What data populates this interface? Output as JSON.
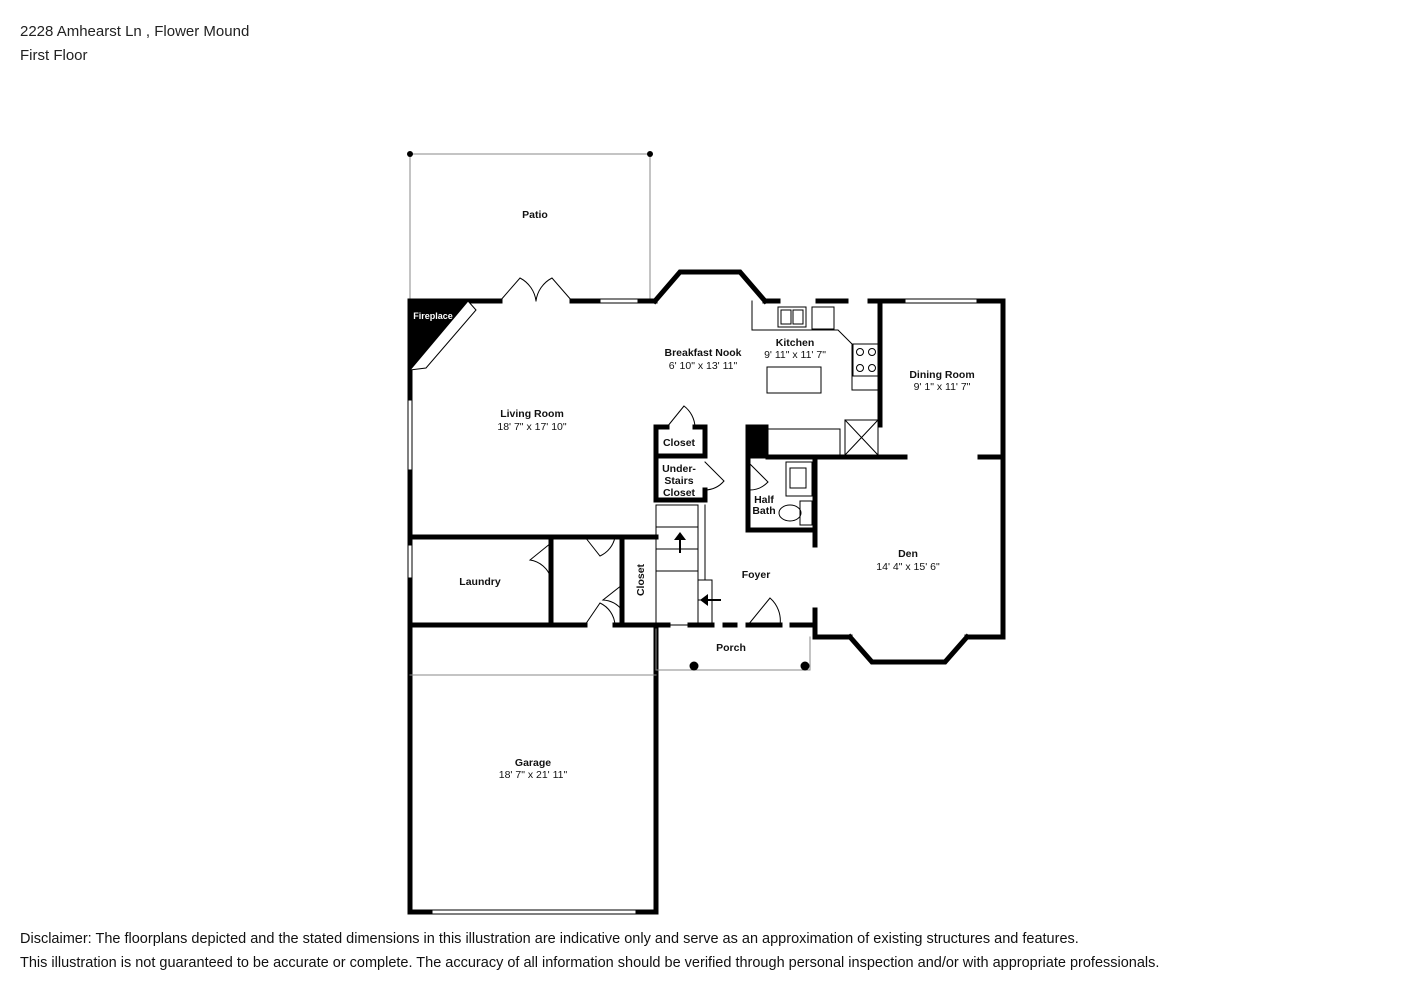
{
  "header": {
    "address": "2228 Amhearst Ln , Flower Mound",
    "floor": "First Floor"
  },
  "rooms": {
    "patio": {
      "name": "Patio"
    },
    "fireplace": {
      "name": "Fireplace"
    },
    "breakfast_nook": {
      "name": "Breakfast Nook",
      "dims": "6' 10\" x 13' 11\""
    },
    "kitchen": {
      "name": "Kitchen",
      "dims": "9' 11\" x 11' 7\""
    },
    "dining_room": {
      "name": "Dining Room",
      "dims": "9' 1\" x 11' 7\""
    },
    "living_room": {
      "name": "Living Room",
      "dims": "18' 7\" x 17' 10\""
    },
    "closet_upper": {
      "name": "Closet"
    },
    "under_stairs": {
      "line1": "Under-",
      "line2": "Stairs",
      "line3": "Closet"
    },
    "half_bath": {
      "line1": "Half",
      "line2": "Bath"
    },
    "den": {
      "name": "Den",
      "dims": "14' 4\" x 15' 6\""
    },
    "laundry": {
      "name": "Laundry"
    },
    "closet_lower": {
      "name": "Closet"
    },
    "foyer": {
      "name": "Foyer"
    },
    "porch": {
      "name": "Porch"
    },
    "garage": {
      "name": "Garage",
      "dims": "18' 7\" x 21' 11\""
    }
  },
  "disclaimer": {
    "line1": "Disclaimer: The floorplans depicted and the stated dimensions in this illustration are indicative only and serve as an approximation of existing structures and features.",
    "line2": "This illustration is not guaranteed to be accurate or complete. The accuracy of all information should be verified through personal inspection and/or with appropriate professionals."
  }
}
